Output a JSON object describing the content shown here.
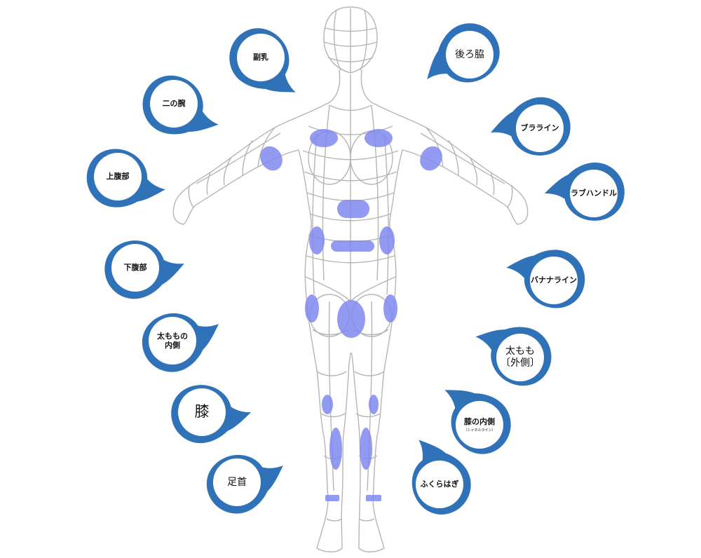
{
  "colors": {
    "marker": "#2f72b8",
    "marker_dark": "#1f5a99",
    "zone": "#7f88f0",
    "figure": "#a8a8a8"
  },
  "labels": {
    "side_breast": "副乳",
    "upper_arm": "二の腕",
    "upper_abdomen": "上腹部",
    "lower_abdomen": "下腹部",
    "inner_thigh": "太ももの\n内側",
    "knee": "膝",
    "ankle": "足首",
    "back_armpit": "後ろ脇",
    "bra_line": "ブラライン",
    "love_handle": "ラブハンドル",
    "banana_line": "バナナライン",
    "outer_thigh": "太もも\n〔外側〕",
    "inner_knee": "膝の内側",
    "inner_knee_sub": "〔シャネルライン〕",
    "calf": "ふくらはぎ"
  }
}
